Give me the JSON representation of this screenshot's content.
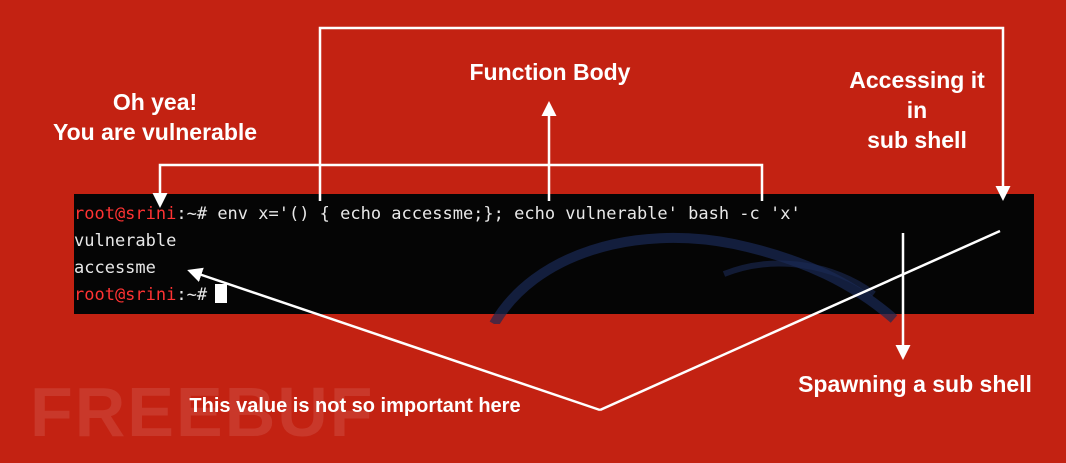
{
  "labels": {
    "vulnerable_line1": "Oh yea!",
    "vulnerable_line2": "You are vulnerable",
    "function_body": "Function Body",
    "accessing_line1": "Accessing it",
    "accessing_line2": "in",
    "accessing_line3": "sub shell",
    "spawning": "Spawning a sub shell",
    "value_note": "This value is not so important here"
  },
  "terminal": {
    "prompt_user": "root@srini",
    "prompt_suffix": ":~#",
    "command": " env x='() { echo accessme;}; echo vulnerable' bash -c 'x'",
    "output_line1": "vulnerable",
    "output_line2": "accessme"
  },
  "watermark": "FREEBUF",
  "colors": {
    "background": "#c32212",
    "terminal_bg": "#050505",
    "prompt_user": "#ff3333",
    "arrow": "#ffffff"
  }
}
